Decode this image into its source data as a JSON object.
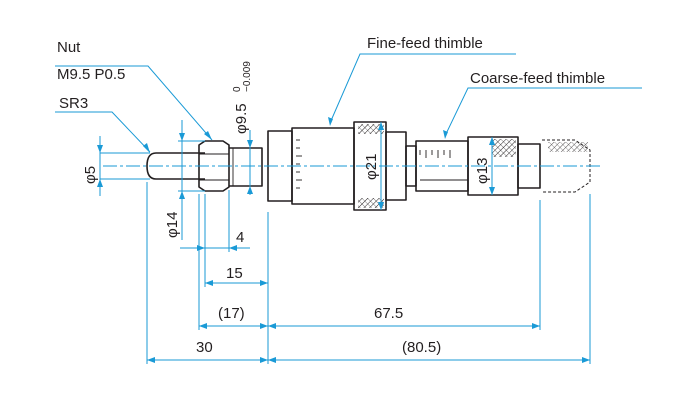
{
  "callouts": {
    "nut_title": "Nut",
    "nut_thread": "M9.5 P0.5",
    "sphere_radius": "SR3",
    "fine_feed": "Fine-feed thimble",
    "coarse_feed": "Coarse-feed thimble"
  },
  "diameters": {
    "spindle": "φ5",
    "nut": "φ14",
    "stem": "φ9.5",
    "stem_tol_upper": "0",
    "stem_tol_lower": "−0.009",
    "fine_thimble": "φ21",
    "coarse_thimble": "φ13"
  },
  "lengths": {
    "nut_width": "4",
    "tip_to_stem": "15",
    "tip_to_thimble": "(17)",
    "thimble_length": "67.5",
    "tip_to_clamp": "30",
    "clamp_to_end": "(80.5)"
  },
  "colors": {
    "outline": "#231f20",
    "dimension": "#1a9ad6"
  }
}
